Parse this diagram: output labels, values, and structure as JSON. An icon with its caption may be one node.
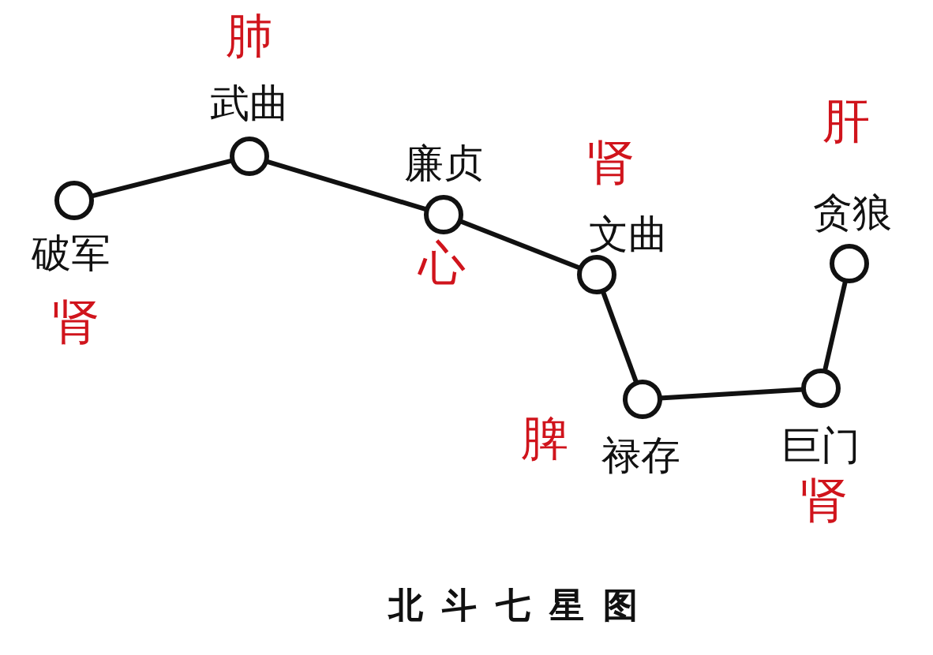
{
  "diagram": {
    "caption": "北斗七星图",
    "nodes": [
      {
        "text": [
          "破军"
        ],
        "beside": [
          "肾"
        ]
      },
      {
        "text": [
          "武曲"
        ],
        "beside": [
          "肺"
        ]
      },
      {
        "text": [
          "廉贞"
        ],
        "beside": [
          "心"
        ]
      },
      {
        "text": [
          "文曲"
        ],
        "beside": [
          "肾"
        ]
      },
      {
        "text": [
          "禄存"
        ],
        "beside": [
          "脾"
        ]
      },
      {
        "text": [
          "巨门"
        ],
        "beside": [
          "肾"
        ]
      },
      {
        "text": [
          "贪狼"
        ],
        "beside": [
          "肝"
        ]
      }
    ],
    "edges": [
      {
        "from": 0,
        "to": 1,
        "arrow": "none"
      },
      {
        "from": 1,
        "to": 2,
        "arrow": "none"
      },
      {
        "from": 2,
        "to": 3,
        "arrow": "none"
      },
      {
        "from": 3,
        "to": 4,
        "arrow": "none"
      },
      {
        "from": 4,
        "to": 5,
        "arrow": "none"
      },
      {
        "from": 5,
        "to": 6,
        "arrow": "none"
      }
    ]
  }
}
